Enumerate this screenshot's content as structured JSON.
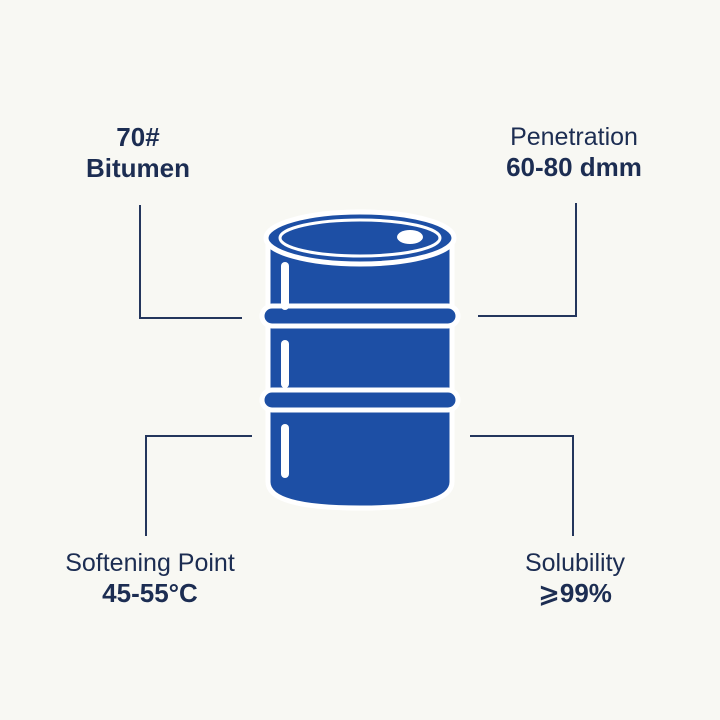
{
  "product": {
    "line1": "70#",
    "line2": "Bitumen"
  },
  "specs": {
    "penetration": {
      "name": "Penetration",
      "value": "60-80 dmm"
    },
    "softening_point": {
      "name": "Softening Point",
      "value": "45-55°C"
    },
    "solubility": {
      "name": "Solubility",
      "value": "⩾99%"
    }
  },
  "colors": {
    "barrel": "#1d4fa5",
    "barrel_outline": "#ffffff",
    "text": "#1c2d52",
    "connector": "#24365c",
    "background": "#f8f8f3"
  },
  "icons": {
    "center": "barrel-icon"
  }
}
